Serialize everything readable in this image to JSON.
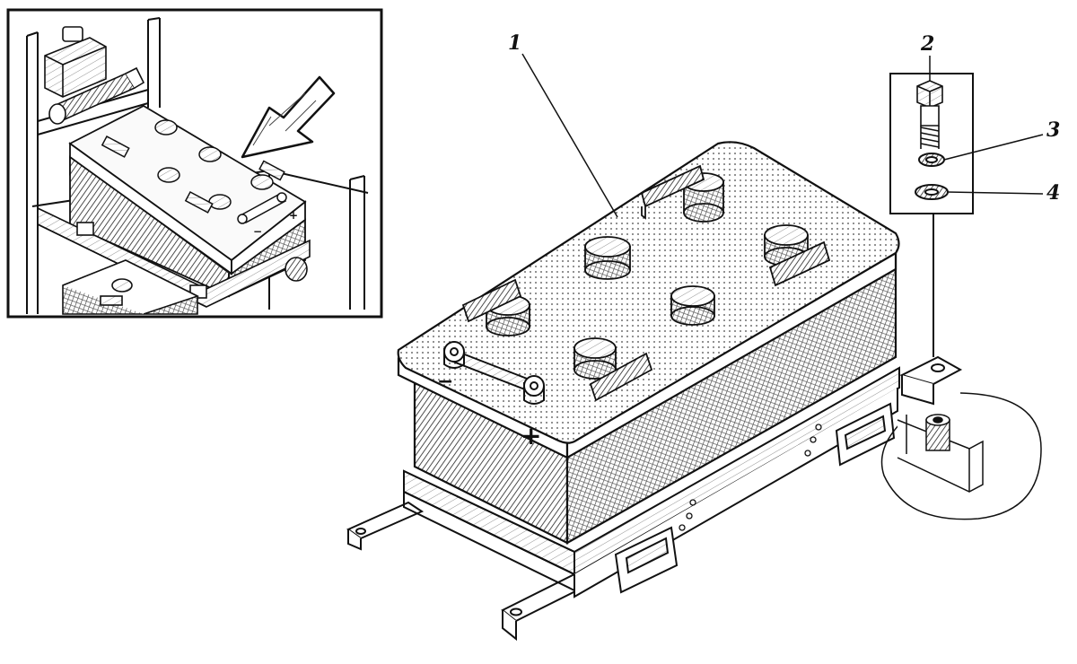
{
  "callouts": [
    {
      "id": "1",
      "label": "1"
    },
    {
      "id": "2",
      "label": "2"
    },
    {
      "id": "3",
      "label": "3"
    },
    {
      "id": "4",
      "label": "4"
    }
  ],
  "terminals": {
    "plus": "+",
    "minus": "−"
  },
  "colors": {
    "ink": "#111111",
    "paper": "#ffffff",
    "hatch": "#333333"
  }
}
